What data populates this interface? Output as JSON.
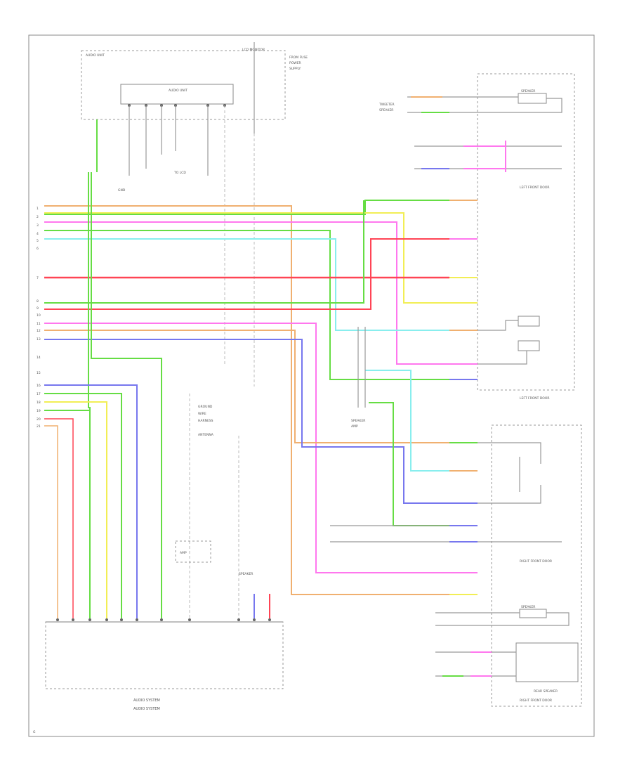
{
  "labels": {
    "top_left_box": "AUDIO UNIT",
    "top_center_box": "LCD MONITOR",
    "top_mid_label": "AUDIO UNIT",
    "top_right_note": "FROM FUSE",
    "left_lower_note": "SPEAKER",
    "top_middle_note": "SPEAKER",
    "center_note": "GROUND",
    "center_note2": "ANTENNA",
    "small_box": "AMP",
    "left_lower_front_door": "LEFT FRONT DOOR",
    "right_front_door": "LEFT FRONT DOOR",
    "right_rear_door": "RIGHT FRONT DOOR",
    "bottom_center_1": "AUDIO SYSTEM",
    "bottom_center_2": "AUDIO SYSTEM",
    "right_rear_speaker": "REAR SPEAKER",
    "bottom_right_1": "RIGHT FRONT DOOR",
    "bottom_left_code": "G",
    "comp_speaker_1": "SPEAKER",
    "comp_speaker_2": "SPEAKER"
  },
  "colors": {
    "orange": "#f0b070",
    "green": "#66dd44",
    "pink": "#ff77ee",
    "yellow": "#f2ee55",
    "red": "#ff4455",
    "cyan": "#88eeee",
    "blue": "#7777ee",
    "gray": "#999999"
  }
}
